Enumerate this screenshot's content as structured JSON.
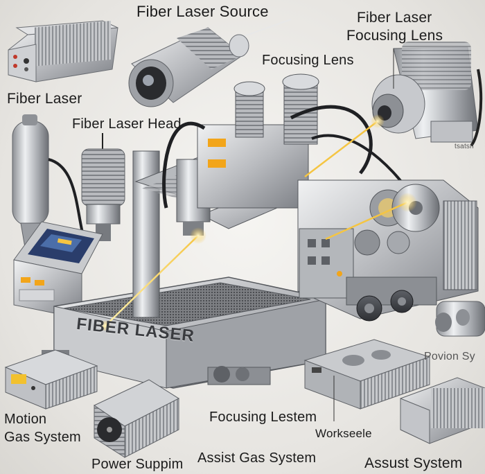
{
  "labels": {
    "fiber_laser_source": "Fiber Laser Source",
    "fiber_laser_focusing_lens_line1": "Fiber Laser",
    "fiber_laser_focusing_lens_line2": "Focusing Lens",
    "focusing_lens": "Focusing Lens",
    "fiber_laser": "Fiber Laser",
    "fiber_laser_head": "Fiber Laser Head",
    "small_tag": "tsatsn",
    "motion_line1": "Motion",
    "motion_line2": "Gas System",
    "power_supply": "Power Suppim",
    "assist_gas_system": "Assist Gas System",
    "focusing_lestem": "Focusing Lestem",
    "workseele": "Workseele",
    "povion_sy": "Povion Sy",
    "assust_system": "Assust System"
  },
  "machine": {
    "engraving": "FIBER LASER"
  },
  "colors": {
    "background": "#ecebe8",
    "metal_light": "#d9dadc",
    "metal_dark": "#6e7075",
    "beam": "#f5c542",
    "cable": "#222326",
    "screen": "#2a3d6b"
  }
}
